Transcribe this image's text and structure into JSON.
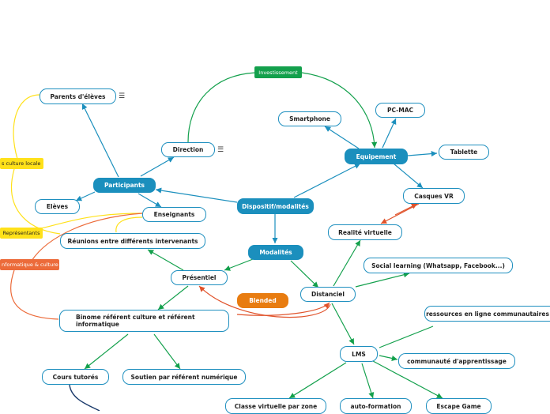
{
  "nodes": {
    "center": "Dispositif/modalités",
    "participants": "Participants",
    "parents": "Parents d'élèves",
    "direction": "Direction",
    "eleves": "Elèves",
    "enseignants": "Enseignants",
    "reunions": "Réunions entre différents intervenants",
    "investissement": "Investissement",
    "equipement": "Equipement",
    "smartphone": "Smartphone",
    "pcmac": "PC-MAC",
    "tablette": "Tablette",
    "casques": "Casques VR",
    "realite": "Realité virtuelle",
    "modalites": "Modalités",
    "presentiel": "Présentiel",
    "blended": "Blended",
    "distanciel": "Distanciel",
    "social": "Social learning (Whatsapp, Facebook...)",
    "binome": "Binome référent culture et référent informatique",
    "cours": "Cours tutorés",
    "soutien": "Soutien par référent numérique",
    "lms": "LMS",
    "ressources": "ressources en ligne communautaires",
    "communaute": "communauté d'apprentissage",
    "classe": "Classe virtuelle par zone",
    "autoformation": "auto-formation",
    "escape": "Escape Game",
    "tag_culture": "s culture locale",
    "tag_representants": "Représentants",
    "tag_informatique": "nformatique & culture"
  },
  "icons": {
    "parents_menu": "menu-icon",
    "direction_menu": "menu-icon"
  },
  "colors": {
    "blue": "#1b8fbd",
    "green": "#13a04c",
    "orange": "#e87c10",
    "red": "#e0522a",
    "yellow": "#ffe11a",
    "navy": "#1a3a6b"
  }
}
